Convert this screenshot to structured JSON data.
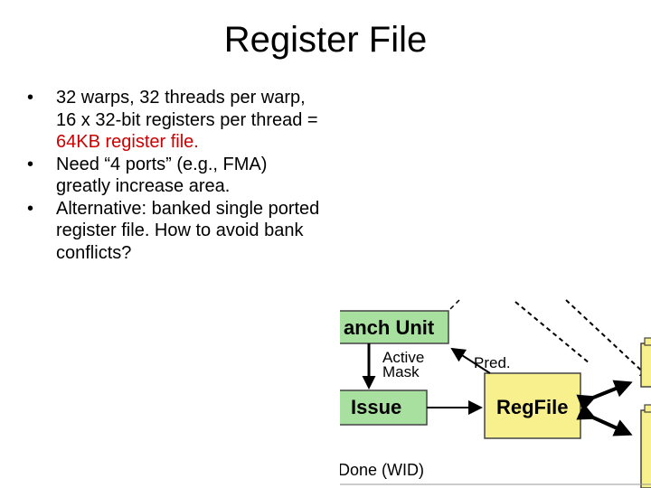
{
  "slide": {
    "title": "Register File",
    "bullets": [
      {
        "pre": "32 warps, 32 threads per warp, 16 x 32-bit registers per thread = ",
        "highlight": "64KB register file.",
        "post": ""
      },
      {
        "pre": "Need “4 ports” (e.g., FMA) greatly increase area.",
        "highlight": "",
        "post": ""
      },
      {
        "pre": "Alternative: banked single ported register file.  How to avoid bank conflicts?",
        "highlight": "",
        "post": ""
      }
    ],
    "bullet_char": "•",
    "highlight_color": "#cc0000"
  },
  "diagram": {
    "branch_unit_label": "anch Unit",
    "issue_label": "Issue",
    "regfile_label": "RegFile",
    "active_mask_label_1": "Active",
    "active_mask_label_2": "Mask",
    "pred_label": "Pred.",
    "done_label": "Done (WID)",
    "box_fill": "#a8e0a0",
    "regfile_fill": "#f7f08c"
  }
}
